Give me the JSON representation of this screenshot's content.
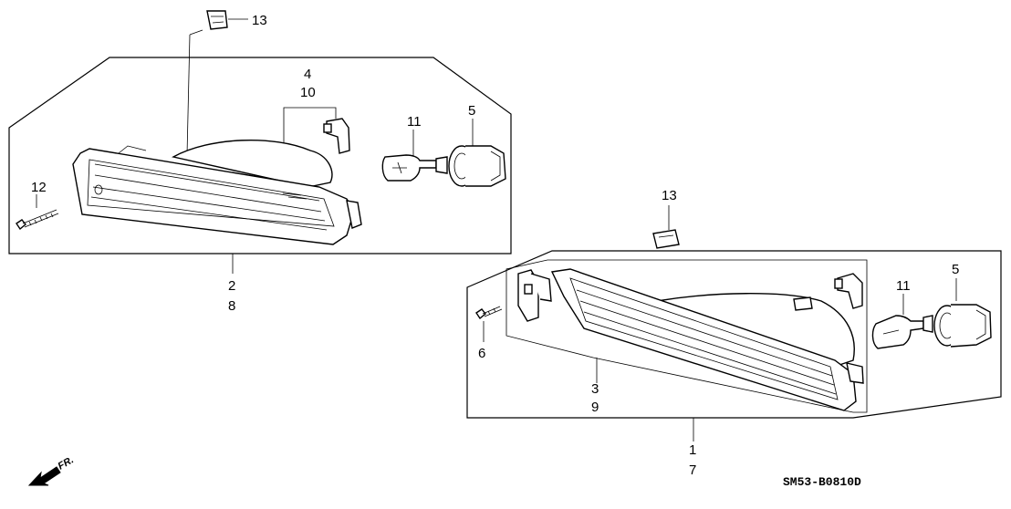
{
  "callouts_left": {
    "clip_top": "13",
    "bulb_socket_a": "4",
    "bulb_socket_b": "10",
    "bulb": "11",
    "socket": "5",
    "screw": "12",
    "assembly_a": "2",
    "assembly_b": "8"
  },
  "callouts_right": {
    "clip": "13",
    "bulb": "11",
    "socket": "5",
    "screw": "6",
    "lens_a": "3",
    "lens_b": "9",
    "assembly_a": "1",
    "assembly_b": "7"
  },
  "direction_label": "FR.",
  "diagram_code": "SM53-B0810D"
}
